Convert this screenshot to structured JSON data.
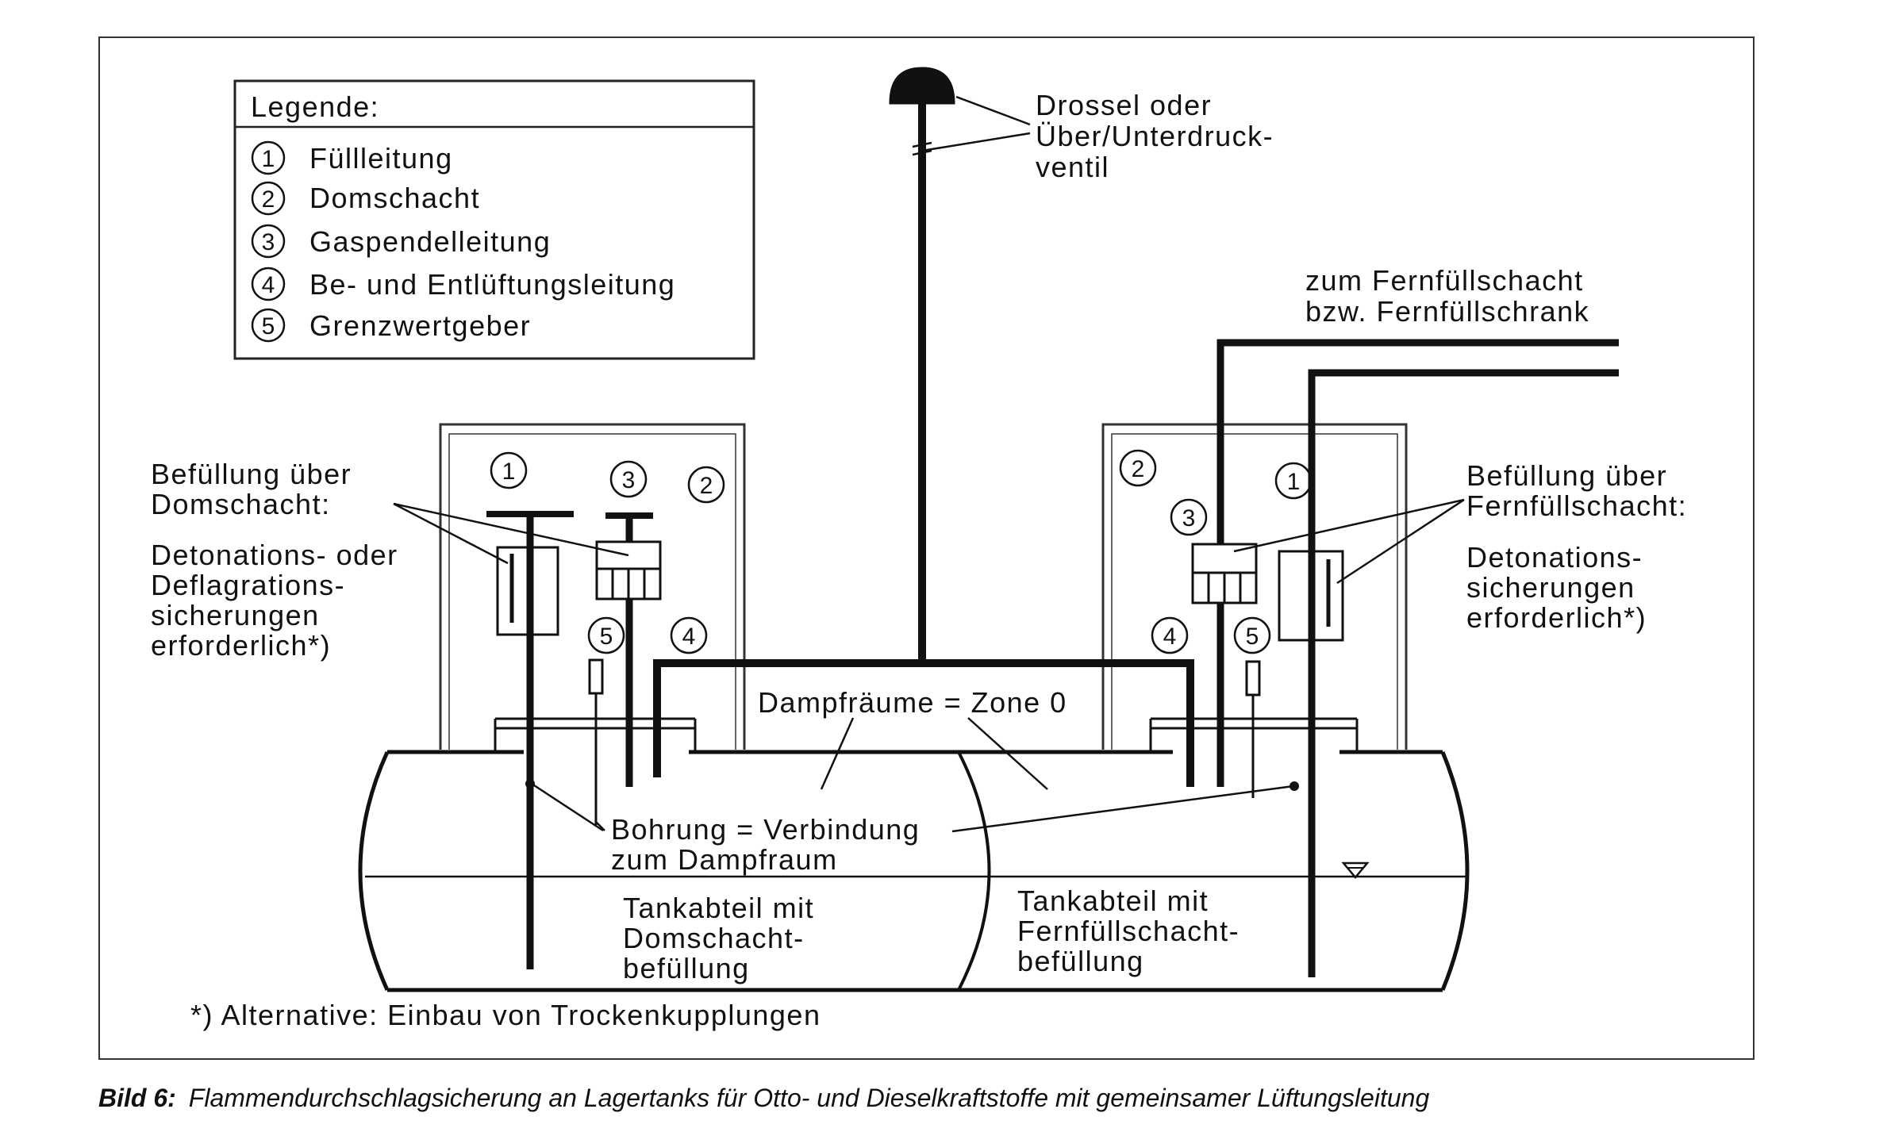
{
  "legend": {
    "title": "Legende:",
    "items": [
      {
        "num": "1",
        "text": "Füllleitung"
      },
      {
        "num": "2",
        "text": "Domschacht"
      },
      {
        "num": "3",
        "text": "Gaspendelleitung"
      },
      {
        "num": "4",
        "text": "Be- und Entlüftungsleitung"
      },
      {
        "num": "5",
        "text": "Grenzwertgeber"
      }
    ]
  },
  "labels": {
    "drossel": [
      "Drossel oder",
      "Über/Unterdruck-",
      "ventil"
    ],
    "fernfuell": [
      "zum Fernfüllschacht",
      "bzw. Fernfüllschrank"
    ],
    "left_fill": [
      "Befüllung über",
      "Domschacht:"
    ],
    "left_note": [
      "Detonations- oder",
      "Deflagrations-",
      "sicherungen",
      "erforderlich*)"
    ],
    "right_fill": [
      "Befüllung über",
      "Fernfüllschacht:"
    ],
    "right_note": [
      "Detonations-",
      "sicherungen",
      "erforderlich*)"
    ],
    "dampfraeume": "Dampfräume = Zone 0",
    "bohrung": [
      "Bohrung = Verbindung",
      "zum Dampfraum"
    ],
    "tank_left": [
      "Tankabteil mit",
      "Domschacht-",
      "befüllung"
    ],
    "tank_right": [
      "Tankabteil mit",
      "Fernfüllschacht-",
      "befüllung"
    ],
    "footnote": "*) Alternative: Einbau von Trockenkupplungen"
  },
  "markers": {
    "left": [
      "1",
      "3",
      "2",
      "5",
      "4"
    ],
    "right": [
      "2",
      "1",
      "3",
      "4",
      "5"
    ]
  },
  "caption": {
    "label": "Bild 6:",
    "text": "Flammendurchschlagsicherung an Lagertanks für Otto- und Dieselkraftstoffe mit gemeinsamer Lüftungsleitung"
  }
}
